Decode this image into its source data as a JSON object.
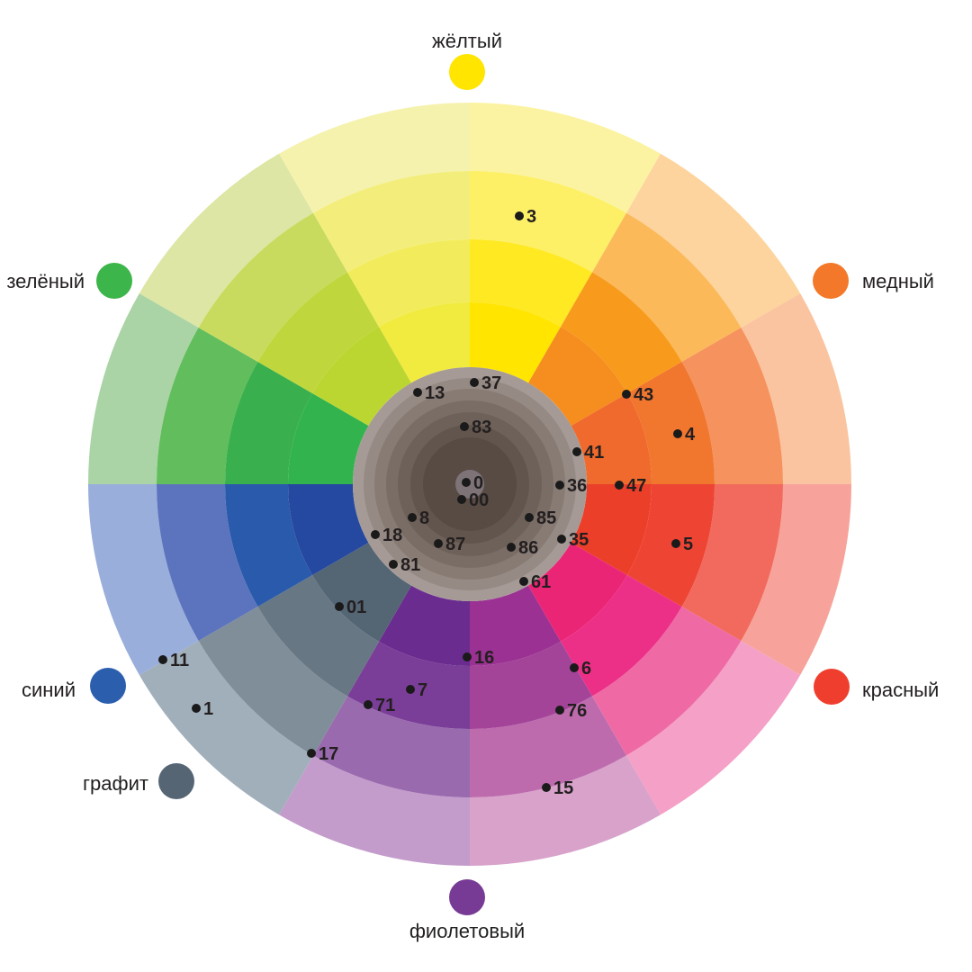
{
  "groups": [
    {
      "id": "yellow",
      "label": "жёлтый",
      "color": "#ffe500",
      "shades": [
        "#fbf3a2",
        "#fdf066",
        "#fee923",
        "#ffe500"
      ]
    },
    {
      "id": "copper",
      "label": "медный",
      "color": "#f37829",
      "shades": [
        "#fdd49d",
        "#fbb95a",
        "#f89b1c",
        "#f58d1f"
      ]
    },
    {
      "id": "orange",
      "label": "",
      "color": "#f26c29",
      "shades": [
        "#fbc4a0",
        "#f6925d",
        "#f1762e",
        "#ef6a2c"
      ]
    },
    {
      "id": "red",
      "label": "красный",
      "color": "#ef3e2e",
      "shades": [
        "#f7a39b",
        "#f16a5d",
        "#ee4434",
        "#ec3f2a"
      ]
    },
    {
      "id": "pink",
      "label": "",
      "color": "#ec2f73",
      "shades": [
        "#f5a0c6",
        "#ef6aa4",
        "#ec3088",
        "#eb2576"
      ]
    },
    {
      "id": "magenta",
      "label": "",
      "color": "#9e3c93",
      "shades": [
        "#d8a2ca",
        "#bd6bad",
        "#a34499",
        "#9b3192"
      ]
    },
    {
      "id": "violet",
      "label": "фиолетовый",
      "color": "#773b95",
      "shades": [
        "#c39ccb",
        "#9a6aae",
        "#7a3e98",
        "#6a2c8e"
      ]
    },
    {
      "id": "graphite",
      "label": "графит",
      "color": "#556574",
      "shades": [
        "#a1afba",
        "#808e9a",
        "#677784",
        "#546574"
      ]
    },
    {
      "id": "blue",
      "label": "синий",
      "color": "#2b5fae",
      "shades": [
        "#9aaedb",
        "#5c74bd",
        "#2a5aab",
        "#2548a0"
      ]
    },
    {
      "id": "green",
      "label": "зелёный",
      "color": "#3cb54a",
      "shades": [
        "#abd4a6",
        "#62bd5c",
        "#39b04d",
        "#32b34d"
      ]
    },
    {
      "id": "lime",
      "label": "",
      "color": "#c3d941",
      "shades": [
        "#dde6a4",
        "#c9db5e",
        "#bfd73c",
        "#bcd631"
      ]
    },
    {
      "id": "citron",
      "label": "",
      "color": "#f1eb4a",
      "shades": [
        "#f5f2ae",
        "#f3ee7c",
        "#f2ec5d",
        "#f1ea3f"
      ]
    }
  ],
  "center_rings": [
    "#a59a95",
    "#968a84",
    "#877b74",
    "#7a6d66",
    "#6e6159",
    "#62554d",
    "#574b43"
  ],
  "center_core": "#7e7478",
  "codes": [
    {
      "label": "3"
    },
    {
      "label": "37"
    },
    {
      "label": "13"
    },
    {
      "label": "83"
    },
    {
      "label": "43"
    },
    {
      "label": "4"
    },
    {
      "label": "41"
    },
    {
      "label": "0"
    },
    {
      "label": "00"
    },
    {
      "label": "36"
    },
    {
      "label": "47"
    },
    {
      "label": "85"
    },
    {
      "label": "8"
    },
    {
      "label": "18"
    },
    {
      "label": "87"
    },
    {
      "label": "86"
    },
    {
      "label": "35"
    },
    {
      "label": "5"
    },
    {
      "label": "81"
    },
    {
      "label": "61"
    },
    {
      "label": "01"
    },
    {
      "label": "16"
    },
    {
      "label": "6"
    },
    {
      "label": "11"
    },
    {
      "label": "7"
    },
    {
      "label": "71"
    },
    {
      "label": "76"
    },
    {
      "label": "1"
    },
    {
      "label": "17"
    },
    {
      "label": "15"
    }
  ]
}
